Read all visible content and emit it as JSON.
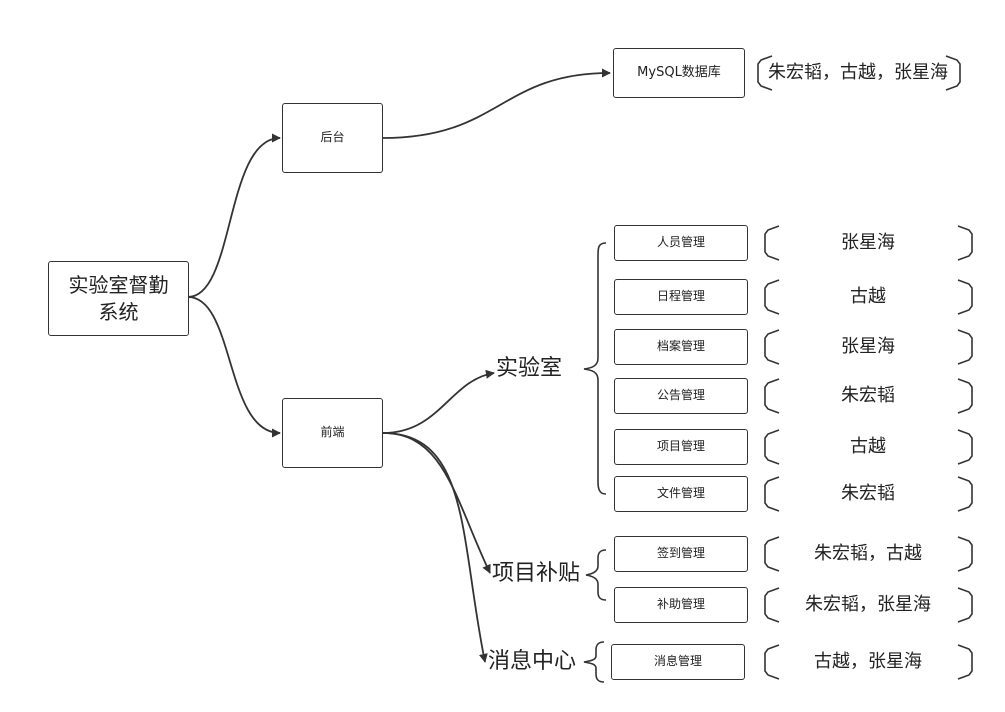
{
  "root": {
    "label": "实验室督勤\n系统"
  },
  "backend": {
    "label": "后台",
    "database": {
      "label": "MySQL数据库",
      "assignees": "朱宏韬，古越，张星海"
    }
  },
  "frontend": {
    "label": "前端",
    "groups": [
      {
        "label": "实验室",
        "modules": [
          {
            "label": "人员管理",
            "assignees": "张星海"
          },
          {
            "label": "日程管理",
            "assignees": "古越"
          },
          {
            "label": "档案管理",
            "assignees": "张星海"
          },
          {
            "label": "公告管理",
            "assignees": "朱宏韬"
          },
          {
            "label": "项目管理",
            "assignees": "古越"
          },
          {
            "label": "文件管理",
            "assignees": "朱宏韬"
          }
        ]
      },
      {
        "label": "项目补贴",
        "modules": [
          {
            "label": "签到管理",
            "assignees": "朱宏韬，古越"
          },
          {
            "label": "补助管理",
            "assignees": "朱宏韬，张星海"
          }
        ]
      },
      {
        "label": "消息中心",
        "modules": [
          {
            "label": "消息管理",
            "assignees": "古越，张星海"
          }
        ]
      }
    ]
  }
}
